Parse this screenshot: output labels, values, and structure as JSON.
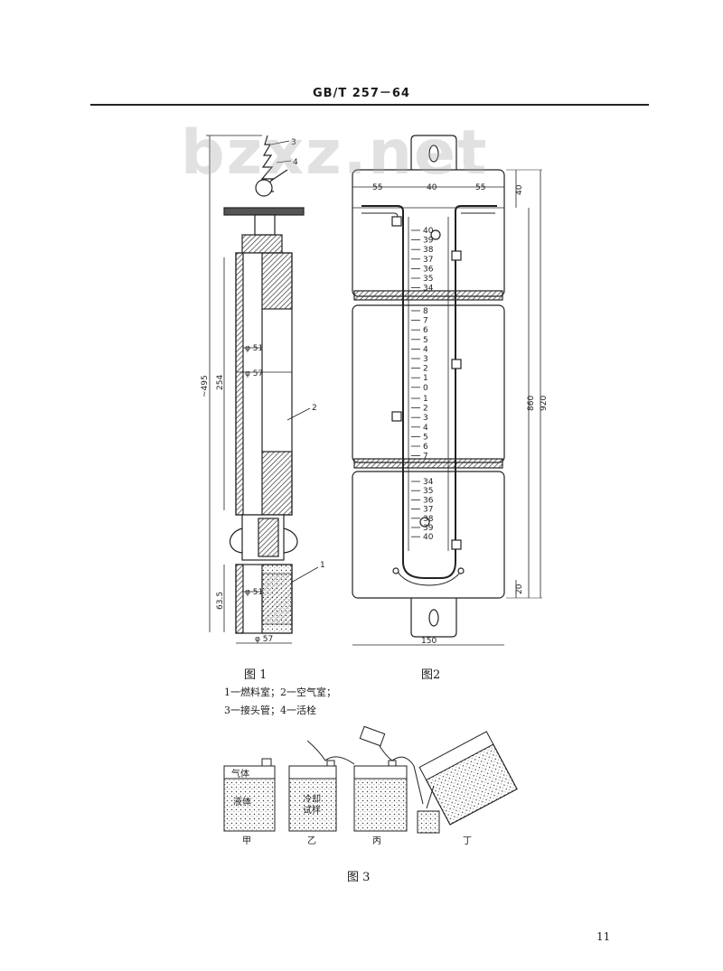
{
  "header": {
    "standard_number": "GB/T 257－64"
  },
  "watermark": "bzxz.net",
  "figure1": {
    "caption": "图 1",
    "legend_line1": "1一燃料室；2一空气室；",
    "legend_line2": "3一接头管；4一活栓",
    "labels": {
      "p1": "1",
      "p2": "2",
      "p3": "3",
      "p4": "4",
      "d495": "~495",
      "d254": "254",
      "d635": "63.5",
      "phi51a": "φ 51",
      "phi57a": "φ 57",
      "phi51b": "φ 51",
      "phi57b": "φ 57"
    }
  },
  "figure2": {
    "caption": "图2",
    "dims": {
      "w55a": "55",
      "w40": "40",
      "w55b": "55",
      "h40": "40",
      "h860": "860",
      "h920": "920",
      "h20": "20",
      "w150": "150"
    },
    "scale_top": [
      "40",
      "39",
      "38",
      "37",
      "36",
      "35",
      "34"
    ],
    "scale_mid_up": [
      "8",
      "7",
      "6",
      "5",
      "4",
      "3",
      "2",
      "1",
      "0"
    ],
    "scale_mid_down": [
      "1",
      "2",
      "3",
      "4",
      "5",
      "6",
      "7"
    ],
    "scale_bottom": [
      "34",
      "35",
      "36",
      "37",
      "38",
      "39",
      "40"
    ]
  },
  "figure3": {
    "caption": "图 3",
    "labels": {
      "gas": "气体",
      "liquid": "液体",
      "cool1": "冷却",
      "cool2": "试样",
      "jia": "甲",
      "yi": "乙",
      "bing": "丙",
      "ding": "丁"
    }
  },
  "page_number": "11"
}
